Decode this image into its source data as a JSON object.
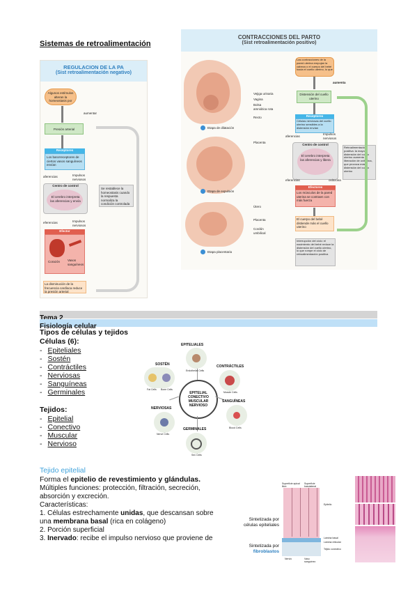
{
  "page_title": "Sistemas de retroalimentación",
  "pa_diagram": {
    "title": "REGULACION DE LA PA",
    "subtitle": "(Sist retroalimentación negativo)",
    "stimulus": "Algunos estímulos alteran la homeostasis por",
    "aumentar": "aumentar",
    "variable": "Presión arterial",
    "receptor_header": "Receptores",
    "receptor_text": "Los barorreceptores de ciertos vasos sanguíneos envían",
    "aferencias": "aferencias",
    "impulsos1": "Impulsos nerviosos",
    "control_header": "Centro de control",
    "control_text": "El cerebro interpreta las aferencias y envía",
    "eferencias": "eferencias",
    "impulsos2": "Impulsos nerviosos",
    "effector_header": "Efector",
    "corazon": "Corazón",
    "vasos": "Vasos sanguíneos",
    "side_note": "Se restablece la homeostasis cuando la respuesta normaliza la condición controlada",
    "result": "La disminución de la frecuencia cardíaca reduce la presión arterial"
  },
  "parto_diagram": {
    "title": "CONTRACCIONES DEL PARTO",
    "subtitle": "(Sist retroalimentación positivo)",
    "labels_1": [
      "Vejiga urinaria",
      "Vagina",
      "Bolsa amniótica rota",
      "Recto"
    ],
    "stage_1": "Etapa de dilatación",
    "label_2": "Placenta",
    "stage_2": "Etapa de expulsión",
    "labels_3": [
      "Útero",
      "Placenta",
      "Cordón umbilical"
    ],
    "stage_3": "Etapa placentaria",
    "stimulus": "Las contracciones de la pared uterina empujan la cabeza o el cuerpo del bebé hacia el cuello uterino, lo que",
    "aumenta": "aumenta",
    "variable": "Distensión del cuello uterino",
    "receptor_header": "Receptores",
    "receptor_text": "Células nerviosas del cuello uterino sensibles a la distensión envían",
    "aferencias": "aferencias",
    "impulsos1": "Impulsos nerviosos",
    "control_header": "Centro de control",
    "control_text": "El cerebro interpreta las aferencias y libera",
    "eferencias": "eferencias",
    "oxitocina": "oxitocina",
    "effector_header": "Efectores",
    "effector_text": "Los músculos de la pared uterina se contraen con más fuerza",
    "result": "El cuerpo del bebé distiende más el cuello uterino",
    "side_note": "Retroalimentación positiva: la mayor distensión del cuello uterino aumenta la liberación de oxitocina, que provoca más distensión del cuello uterino",
    "end_note": "Interrupción del ciclo: el nacimiento del bebé reduce la distensión del cuello uterino, lo que rompe el ciclo de retroalimentación positiva"
  },
  "tema": {
    "band1": "Tema 2",
    "band2": "Fisiología celular",
    "heading": "Tipos de células y tejidos",
    "cells_heading": "Células (6):",
    "cells": [
      "Epiteliales",
      "Sostén",
      "Contráctiles",
      "Nerviosas",
      "Sanguíneas",
      "Germinales"
    ],
    "tissues_heading": "Tejidos:",
    "tissues": [
      "Epitelial",
      "Conectivo",
      "Muscular",
      "Nervioso"
    ]
  },
  "cell_diagram": {
    "center": "EPITELIAL CONECTIVO MUSCULAR NERVIOSO",
    "epiteliales": "EPITELIALES",
    "epiteliales_cell": "Endothelial Cells",
    "contractiles": "CONTRÁCTILES",
    "contractiles_cell": "Muscle Cells",
    "sanguineas": "SANGUÍNEAS",
    "sanguineas_cell": "Blood Cells",
    "germinales": "GERMINALES",
    "germinales_cell": "Sex Cells",
    "nerviosas": "NERVIOSAS",
    "nerviosas_cell": "Nerve Cells",
    "sosten": "SOSTÉN",
    "sosten_cell1": "Fat Cells",
    "sosten_cell2": "Bone Cells"
  },
  "epitelial": {
    "title": "Tejido epitelial",
    "line1_pre": "Forma el ",
    "line1_bold": "epitelio de revestimiento y glándulas.",
    "line2": "Múltiples funciones: protección, filtración, secreción,",
    "line3": "absorción y excreción.",
    "line4": "Características:",
    "line5_pre": "1. Células estrechamente ",
    "line5_bold": "unidas",
    "line5_post": ", que descansan sobre",
    "line6_pre": "una ",
    "line6_bold": "membrana basal",
    "line6_post": " (rica en colágeno)",
    "line7": "2. Porción superficial",
    "line8_pre": "3. ",
    "line8_bold": "Inervado",
    "line8_post": ": recibe el impulso nervioso que proviene de",
    "fig_label1": "Sintetizada por células epiteliales",
    "fig_label2_pre": "Sintetizada por",
    "fig_label2": "fibroblastos",
    "fig_small": [
      "Superficie apical libre",
      "Superficie basolateral",
      "Epitelio",
      "Lámina basal",
      "Lámina reticular",
      "Tejido conectivo",
      "Nervio",
      "Vaso sanguíneo"
    ]
  },
  "colors": {
    "band_gray": "#d4d4d4",
    "band_blue": "#bfe0f7",
    "title_blue": "#43a4dc",
    "parto_header_bg": "#dbeef8"
  }
}
